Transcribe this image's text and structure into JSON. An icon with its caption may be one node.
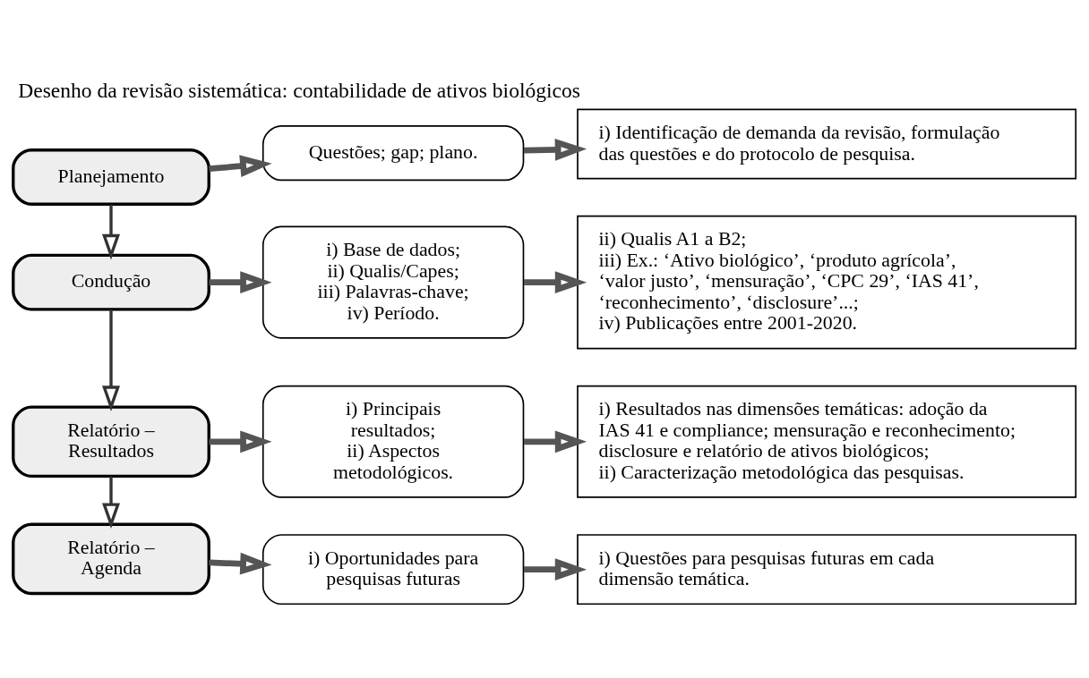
{
  "diagram": {
    "title": "Desenho da revisão sistemática: contabilidade de ativos biológicos",
    "nodes": [
      {
        "text": [
          "Planejamento"
        ]
      },
      {
        "text": [
          "Questões; gap; plano."
        ]
      },
      {
        "text": [
          "i) Identificação de demanda da revisão, formulação das questões e do protocolo de pesquisa."
        ]
      },
      {
        "text": [
          "Condução"
        ]
      },
      {
        "text": [
          "i) Base de dados;",
          "ii) Qualis/Capes;",
          "iii) Palavras-chave;",
          "iv) Período."
        ]
      },
      {
        "text": [
          "ii) Qualis A1 a B2;",
          "iii) Ex.: ‘Ativo biológico’, ‘produto agrícola’, ‘valor justo’, ‘mensuração’, ‘CPC 29’, ‘IAS 41’, ‘reconhecimento’, ‘disclosure’...;",
          "iv) Publicações entre 2001-2020."
        ]
      },
      {
        "text": [
          "Relatório – Resultados"
        ]
      },
      {
        "text": [
          "i) Principais resultados;",
          "ii) Aspectos metodológicos."
        ]
      },
      {
        "text": [
          "i) Resultados nas dimensões temáticas: adoção da IAS 41 e compliance; mensuração e reconhecimento; disclosure e relatório de ativos biológicos;",
          "ii) Caracterização metodológica das pesquisas."
        ]
      },
      {
        "text": [
          "Relatório – Agenda"
        ]
      },
      {
        "text": [
          "i) Oportunidades para pesquisas futuras"
        ]
      },
      {
        "text": [
          "i) Questões para pesquisas futuras em cada dimensão temática."
        ]
      }
    ],
    "edges": [
      {
        "from": 0,
        "to": 1,
        "arrow": "to"
      },
      {
        "from": 1,
        "to": 2,
        "arrow": "to"
      },
      {
        "from": 0,
        "to": 3,
        "arrow": "to"
      },
      {
        "from": 3,
        "to": 4,
        "arrow": "to"
      },
      {
        "from": 4,
        "to": 5,
        "arrow": "to"
      },
      {
        "from": 3,
        "to": 6,
        "arrow": "to"
      },
      {
        "from": 6,
        "to": 7,
        "arrow": "to"
      },
      {
        "from": 7,
        "to": 8,
        "arrow": "to"
      },
      {
        "from": 6,
        "to": 9,
        "arrow": "to"
      },
      {
        "from": 9,
        "to": 10,
        "arrow": "to"
      },
      {
        "from": 10,
        "to": 11,
        "arrow": "to"
      }
    ]
  }
}
